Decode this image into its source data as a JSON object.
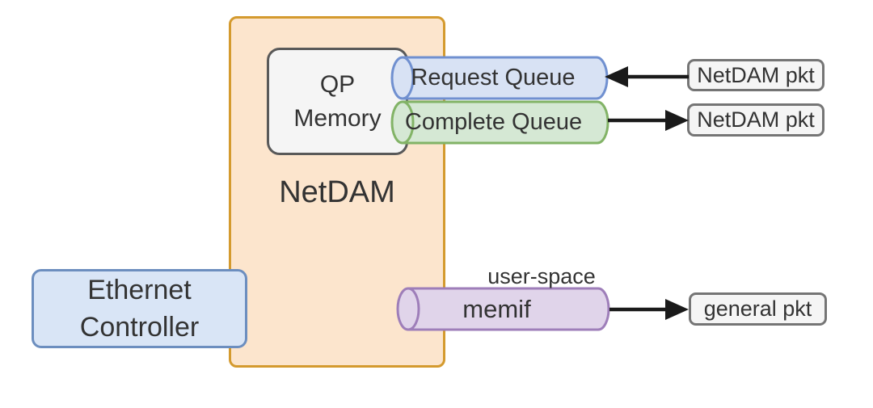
{
  "diagram": {
    "netdam": {
      "label": "NetDAM"
    },
    "qp_memory": {
      "label": "QP\nMemory"
    },
    "ethernet_controller": {
      "label": "Ethernet\nController"
    },
    "queues": {
      "request": {
        "label": "Request Queue"
      },
      "complete": {
        "label": "Complete Queue"
      }
    },
    "memif": {
      "label": "memif",
      "annotation": "user-space"
    },
    "packets": {
      "request_in": "NetDAM pkt",
      "complete_out": "NetDAM pkt",
      "general_out": "general pkt"
    },
    "colors": {
      "netdam_fill": "#FCE5CD",
      "netdam_stroke": "#D49A2E",
      "qp_fill": "#F5F5F5",
      "qp_stroke": "#595959",
      "ethernet_fill": "#D9E5F6",
      "ethernet_stroke": "#6C8EBF",
      "request_fill": "#D8E2F4",
      "request_stroke": "#7090D0",
      "complete_fill": "#D5E8D4",
      "complete_stroke": "#82B366",
      "memif_fill": "#E0D4EA",
      "memif_stroke": "#9E7EB9",
      "packet_fill": "#F5F5F5",
      "packet_stroke": "#757575",
      "arrow": "#1a1a1a"
    }
  }
}
